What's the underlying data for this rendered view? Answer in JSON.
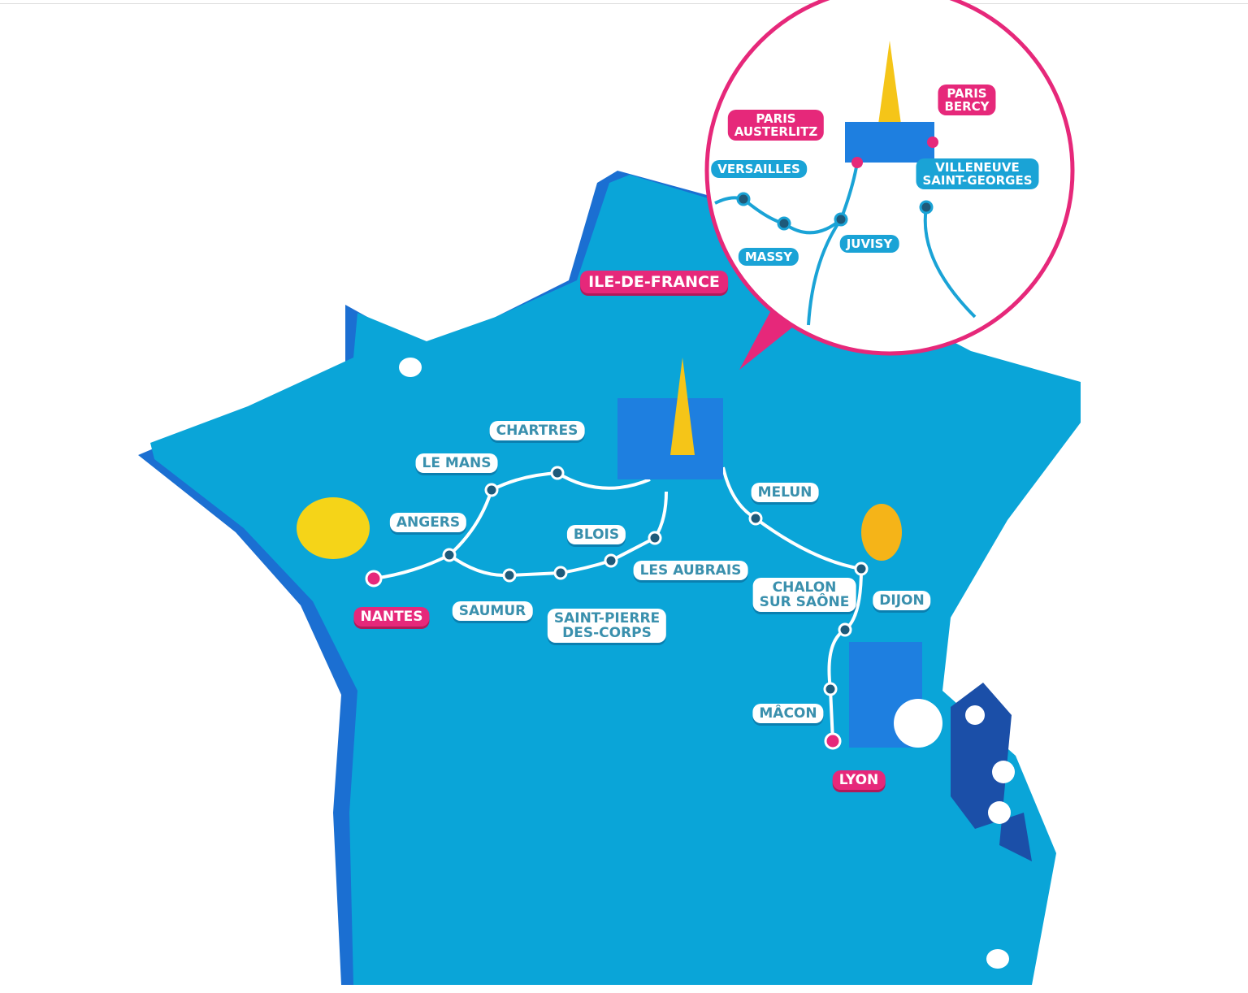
{
  "colors": {
    "land": "#0aa5d8",
    "shore": "#1b6fd2",
    "accent": "#e6287a",
    "route": "#ffffff",
    "label_text": "#3a90ad"
  },
  "region_label": "ILE-DE-FRANCE",
  "stations": {
    "nantes": "NANTES",
    "angers": "ANGERS",
    "le_mans": "LE MANS",
    "chartres": "CHARTRES",
    "saumur": "SAUMUR",
    "saint_pierre": "SAINT-PIERRE\nDES-CORPS",
    "blois": "BLOIS",
    "les_aubrais": "LES AUBRAIS",
    "melun": "MELUN",
    "dijon": "DIJON",
    "chalon": "CHALON\nSUR SAÔNE",
    "macon": "MÂCON",
    "lyon": "LYON"
  },
  "inset": {
    "paris_austerlitz": "PARIS\nAUSTERLITZ",
    "paris_bercy": "PARIS\nBERCY",
    "versailles": "VERSAILLES",
    "villeneuve": "VILLENEUVE\nSAINT-GEORGES",
    "massy": "MASSY",
    "juvisy": "JUVISY"
  }
}
